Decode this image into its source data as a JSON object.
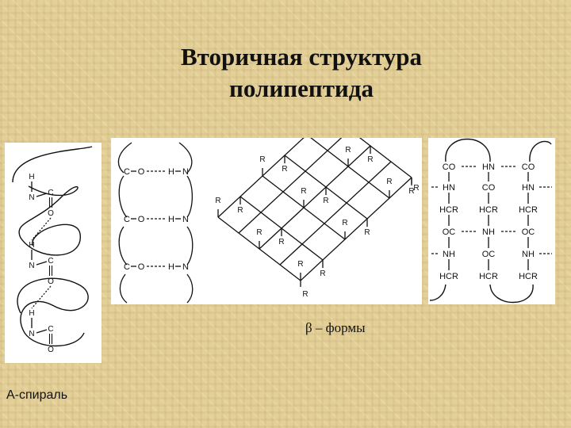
{
  "slide": {
    "title_line1": "Вторичная структура",
    "title_line2": "полипептида",
    "beta_caption": "β – формы",
    "alpha_caption": "А-спираль"
  },
  "alpha_helix": {
    "atoms": [
      "H",
      "N",
      "C",
      "O"
    ]
  },
  "hbond_pairs": {
    "row": [
      "C",
      "O",
      "H",
      "N"
    ]
  },
  "pleated_sheet": {
    "side_group": "R"
  },
  "antiparallel_sheet": {
    "labels": [
      "CO",
      "HN",
      "HCR",
      "OC",
      "NH"
    ]
  },
  "colors": {
    "background": "#e3cf98",
    "panel": "#ffffff",
    "ink": "#111111"
  }
}
